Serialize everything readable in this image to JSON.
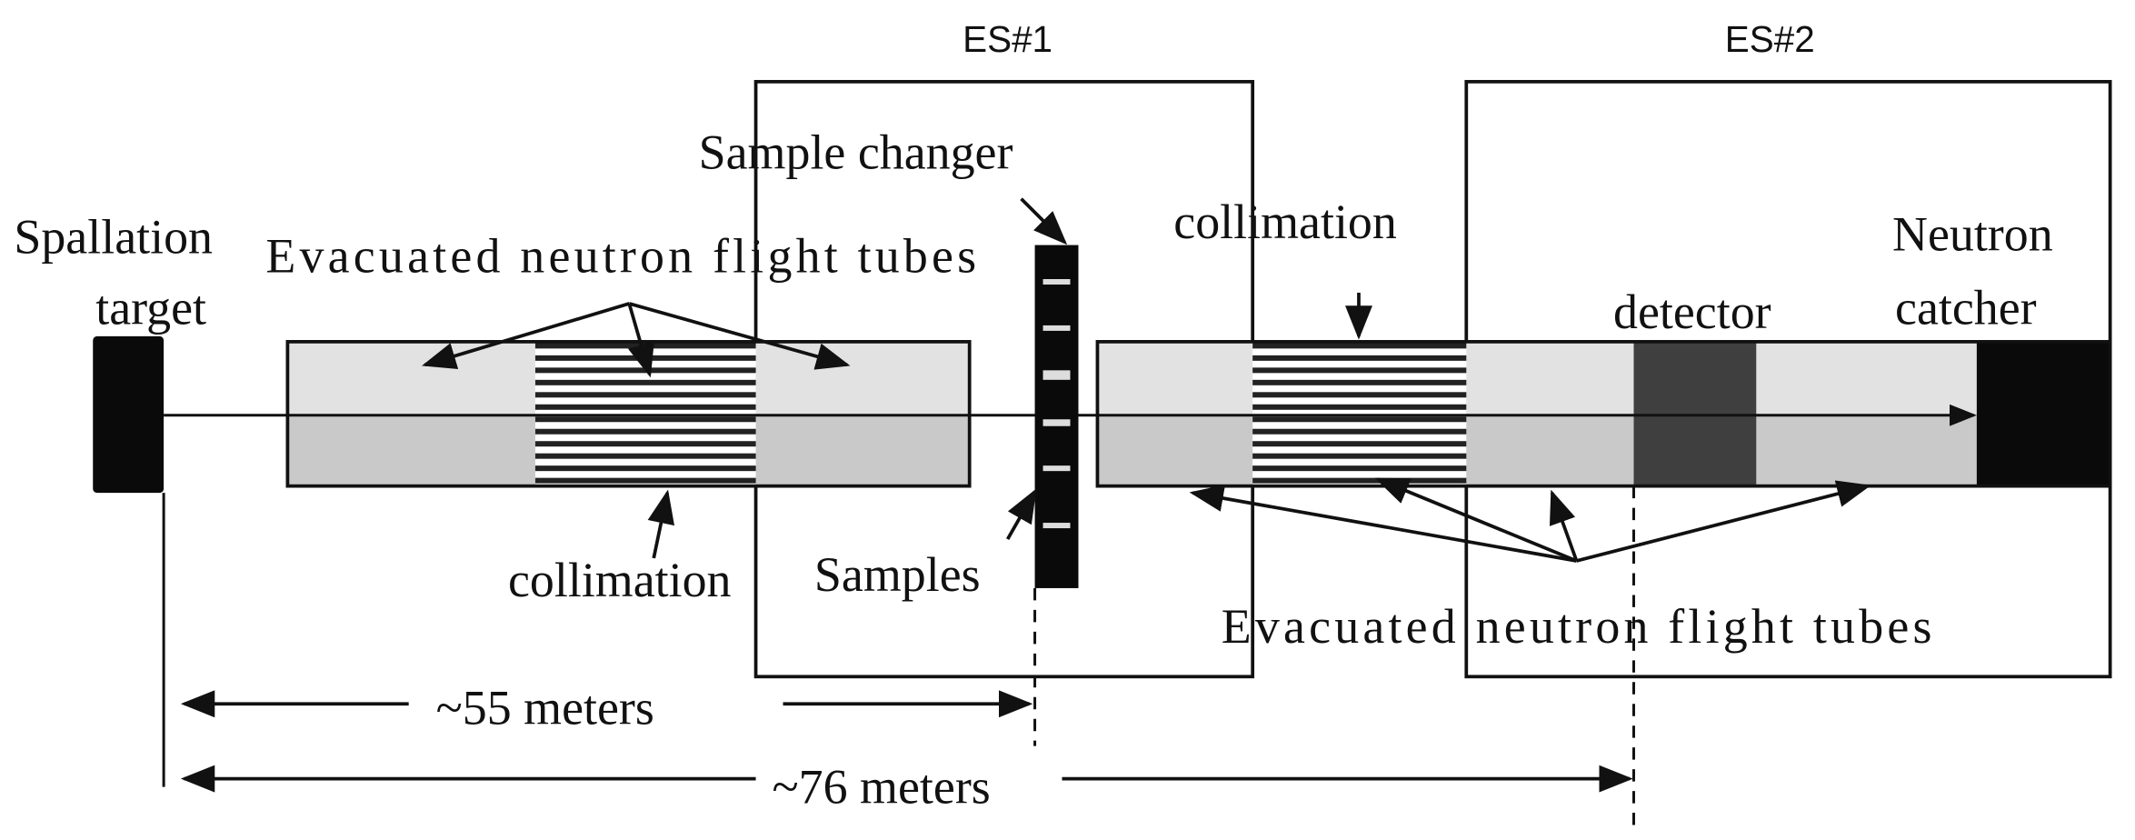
{
  "stations": {
    "es1": "ES#1",
    "es2": "ES#2"
  },
  "labels": {
    "spallation_line1": "Spallation",
    "spallation_line2": "target",
    "tubes_top": "Evacuated neutron flight tubes",
    "tubes_bottom": "Evacuated neutron flight tubes",
    "sample_changer": "Sample changer",
    "collimation_top": "collimation",
    "collimation_bottom": "collimation",
    "samples": "Samples",
    "detector": "detector",
    "catcher_line1": "Neutron",
    "catcher_line2": "catcher"
  },
  "distances": {
    "d55": "~55 meters",
    "d76": "~76 meters"
  },
  "colors": {
    "tube_top": "#e2e2e2",
    "tube_bottom": "#c9c9c9",
    "detector": "#3f3f3f",
    "black": "#0a0a0a"
  }
}
